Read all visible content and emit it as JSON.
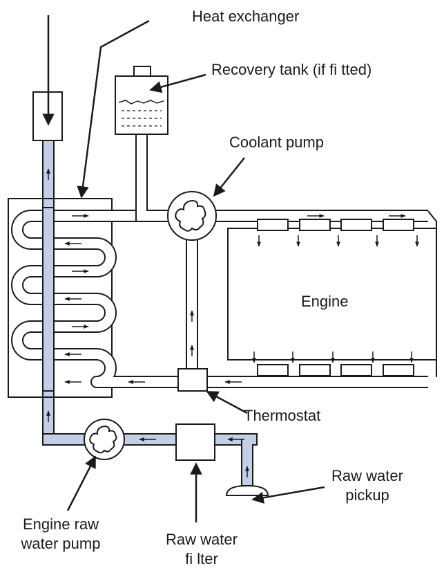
{
  "labels": {
    "heat_exchanger": "Heat exchanger",
    "recovery_tank": "Recovery tank (if fi tted)",
    "coolant_pump": "Coolant pump",
    "engine": "Engine",
    "thermostat": "Thermostat",
    "raw_water_pickup_line1": "Raw water",
    "raw_water_pickup_line2": "pickup",
    "engine_raw_water_pump_line1": "Engine raw",
    "engine_raw_water_pump_line2": "water pump",
    "raw_water_filter_line1": "Raw water",
    "raw_water_filter_line2": "fi lter"
  },
  "colors": {
    "raw_water": "#c3cfe6",
    "line": "#1a1a1a",
    "background": "#ffffff"
  }
}
